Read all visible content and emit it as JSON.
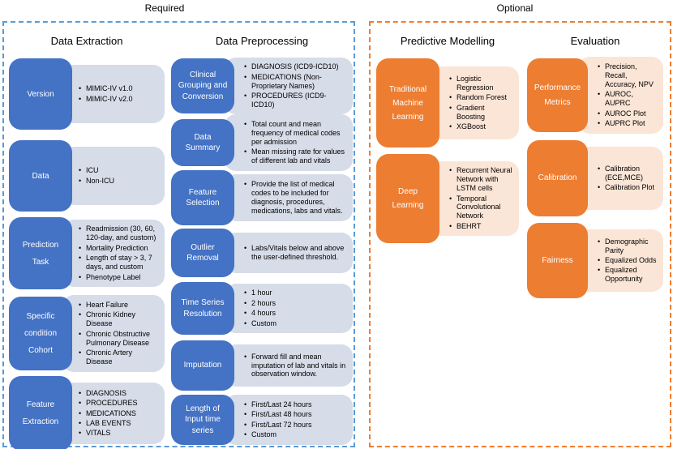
{
  "sections": [
    {
      "id": "required",
      "title": "Required",
      "columns": [
        {
          "title": "Data Extraction",
          "rows": [
            {
              "label": "Version",
              "items": [
                "MIMIC-IV v1.0",
                "MIMIC-IV v2.0"
              ]
            },
            {
              "label": "Data",
              "items": [
                "ICU",
                "Non-ICU"
              ]
            },
            {
              "label": "Prediction Task",
              "items": [
                "Readmission (30, 60, 120-day, and custom)",
                "Mortality Prediction",
                "Length of stay > 3, 7 days, and custom",
                "Phenotype Label"
              ]
            },
            {
              "label": "Specific condition Cohort",
              "items": [
                "Heart Failure",
                "Chronic Kidney Disease",
                "Chronic Obstructive Pulmonary Disease",
                "Chronic Artery Disease"
              ]
            },
            {
              "label": "Feature Extraction",
              "items": [
                "DIAGNOSIS",
                "PROCEDURES",
                "MEDICATIONS",
                "LAB EVENTS",
                "VITALS"
              ]
            }
          ]
        },
        {
          "title": "Data Preprocessing",
          "rows": [
            {
              "label": "Clinical Grouping and Conversion",
              "items": [
                "DIAGNOSIS (ICD9-ICD10)",
                "MEDICATIONS (Non-Proprietary Names)",
                "PROCEDURES (ICD9-ICD10)"
              ]
            },
            {
              "label": "Data Summary",
              "items": [
                "Total count and mean frequency of medical codes per admission",
                "Mean missing rate for values of different lab and vitals"
              ]
            },
            {
              "label": "Feature Selection",
              "items": [
                "Provide the list of medical codes to be included for diagnosis, procedures, medications, labs and vitals."
              ]
            },
            {
              "label": "Outlier Removal",
              "items": [
                "Labs/Vitals below and above the user-defined threshold."
              ]
            },
            {
              "label": "Time Series Resolution",
              "items": [
                "1 hour",
                "2 hours",
                "4 hours",
                "Custom"
              ]
            },
            {
              "label": "Imputation",
              "items": [
                "Forward fill and mean imputation of lab and vitals in observation window."
              ]
            },
            {
              "label": "Length of Input time series",
              "items": [
                "First/Last 24 hours",
                "First/Last 48 hours",
                "First/Last 72 hours",
                "Custom"
              ]
            }
          ]
        }
      ]
    },
    {
      "id": "optional",
      "title": "Optional",
      "columns": [
        {
          "title": "Predictive Modelling",
          "rows": [
            {
              "label": "Traditional Machine Learning",
              "items": [
                "Logistic Regression",
                "Random Forest",
                "Gradient Boosting",
                "XGBoost"
              ]
            },
            {
              "label": "Deep Learning",
              "items": [
                "Recurrent Neural Network with LSTM cells",
                "Temporal Convolutional Network",
                "BEHRT"
              ]
            }
          ]
        },
        {
          "title": "Evaluation",
          "rows": [
            {
              "label": "Performance Metrics",
              "items": [
                "Precision, Recall, Accuracy, NPV",
                "AUROC, AUPRC",
                "AUROC Plot",
                "AUPRC Plot"
              ]
            },
            {
              "label": "Calibration",
              "items": [
                "Calibration (ECE,MCE)",
                "Calibration Plot"
              ]
            },
            {
              "label": "Fairness",
              "items": [
                "Demographic Parity",
                "Equalized Odds",
                "Equalized Opportunity"
              ]
            }
          ]
        }
      ]
    }
  ],
  "colors": {
    "blue_label": "#4472C4",
    "blue_content": "#D6DCE8",
    "blue_border": "#5B9BD5",
    "orange_label": "#ED7D31",
    "orange_content": "#FBE5D6",
    "orange_border": "#ED7D31",
    "label_text": "#FFFFFF",
    "body_text": "#000000"
  }
}
